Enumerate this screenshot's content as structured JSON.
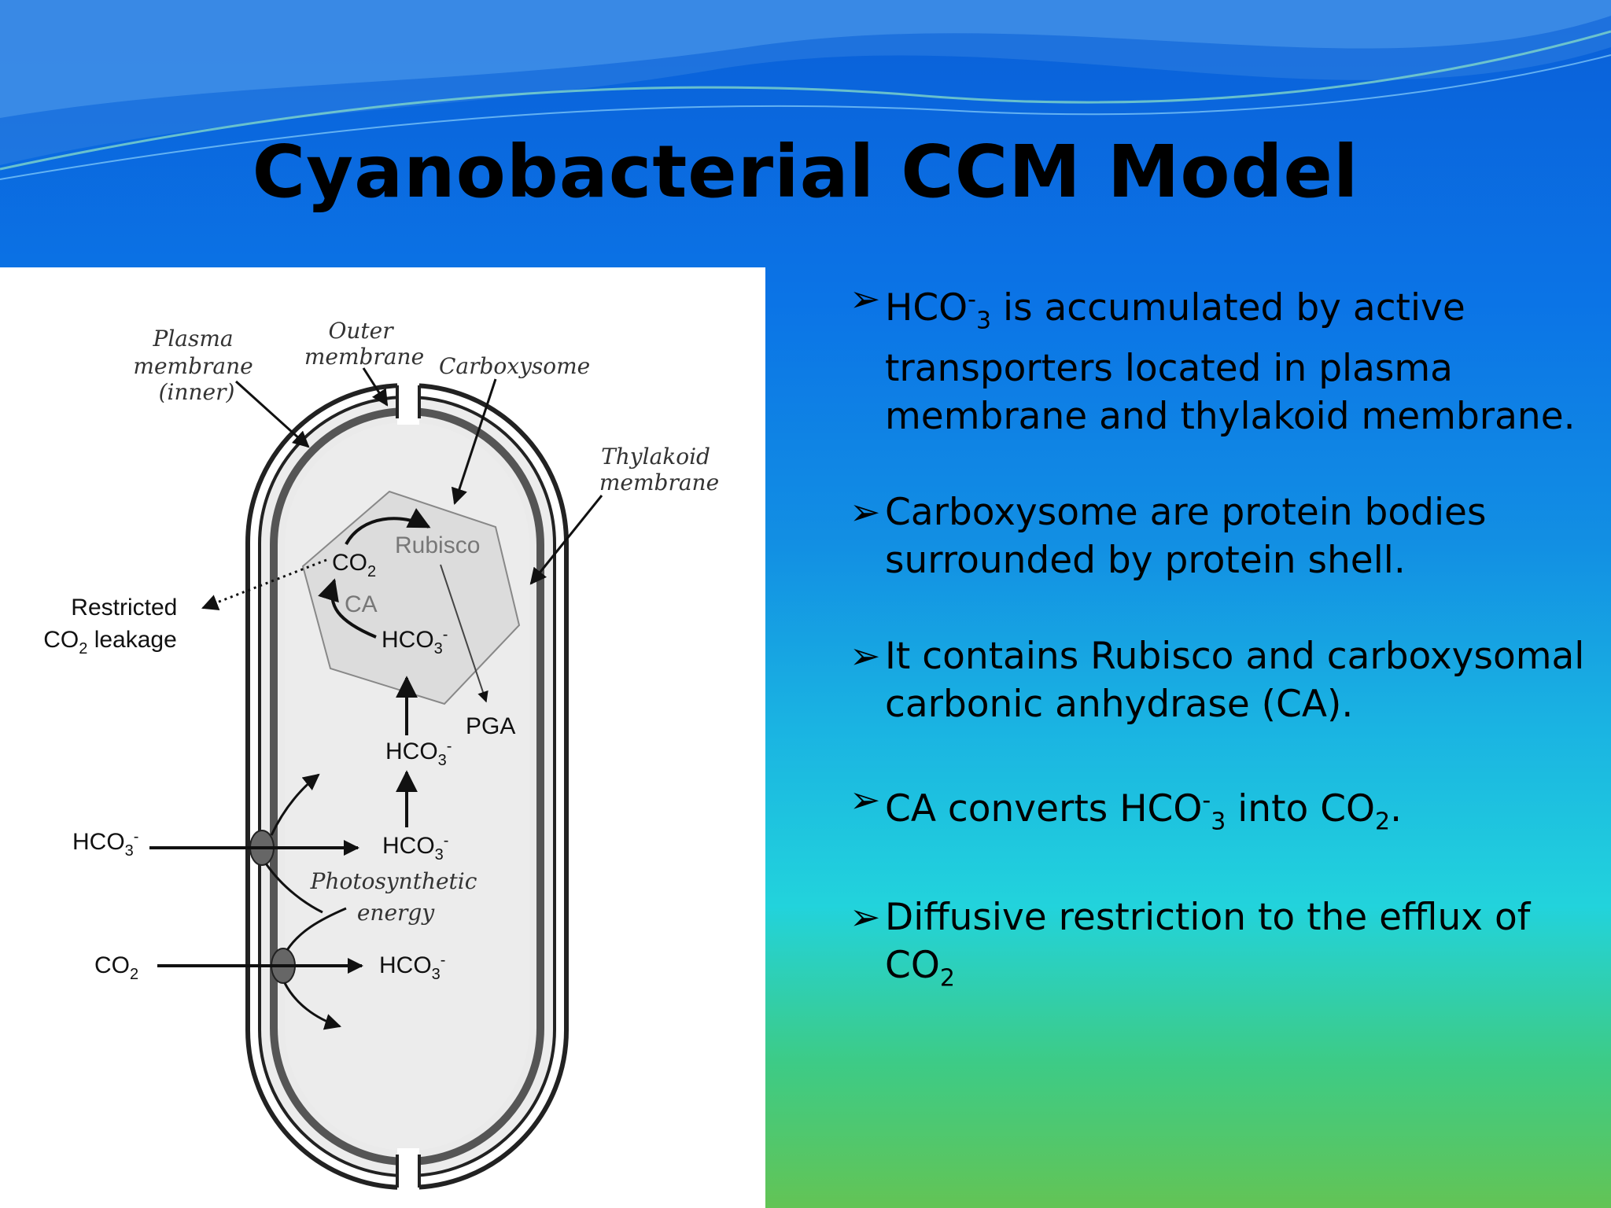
{
  "slide": {
    "title": "Cyanobacterial CCM Model"
  },
  "diagram": {
    "labels": {
      "plasma_membrane": [
        "Plasma",
        "membrane",
        "(inner)"
      ],
      "outer_membrane": [
        "Outer",
        "membrane"
      ],
      "carboxysome": "Carboxysome",
      "thylakoid_membrane": [
        "Thylakoid",
        "membrane"
      ],
      "rubisco": "Rubisco",
      "co2_carboxysome": "CO",
      "ca": "CA",
      "hco3_carboxysome": "HCO",
      "restricted_leakage": [
        "Restricted",
        "CO",
        "leakage"
      ],
      "pga": "PGA",
      "hco3_mid": "HCO",
      "hco3_lower": "HCO",
      "hco3_outside": "HCO",
      "photosynthetic_energy": [
        "Photosynthetic",
        "energy"
      ],
      "co2_outside": "CO",
      "hco3_bottom": "HCO",
      "subscript_2": "2",
      "subscript_3": "3",
      "superscript_minus": "-"
    }
  },
  "bullets": {
    "marker": "➢",
    "items": [
      {
        "parts": [
          "HCO",
          "-",
          "3",
          " is accumulated by active transporters located in plasma membrane and thylakoid membrane."
        ]
      },
      {
        "text": "Carboxysome are protein bodies surrounded by protein shell."
      },
      {
        "text": "It contains Rubisco and carboxysomal carbonic anhydrase (CA)."
      },
      {
        "parts": [
          "CA converts HCO",
          "-",
          "3",
          " into CO",
          "2",
          "."
        ]
      },
      {
        "parts": [
          "Diffusive restriction to the efflux of CO",
          "2"
        ]
      }
    ]
  }
}
